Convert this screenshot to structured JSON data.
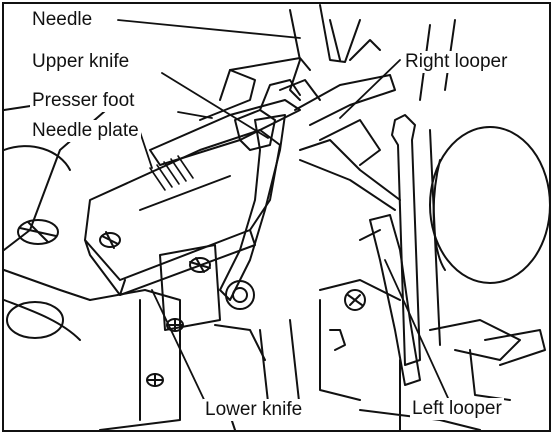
{
  "labels": {
    "needle": "Needle",
    "upper_knife": "Upper knife",
    "presser_foot": "Presser foot",
    "needle_plate": "Needle plate",
    "right_looper": "Right looper",
    "lower_knife": "Lower knife",
    "left_looper": "Left looper"
  },
  "colors": {
    "ink": "#111111",
    "paper": "#ffffff"
  }
}
